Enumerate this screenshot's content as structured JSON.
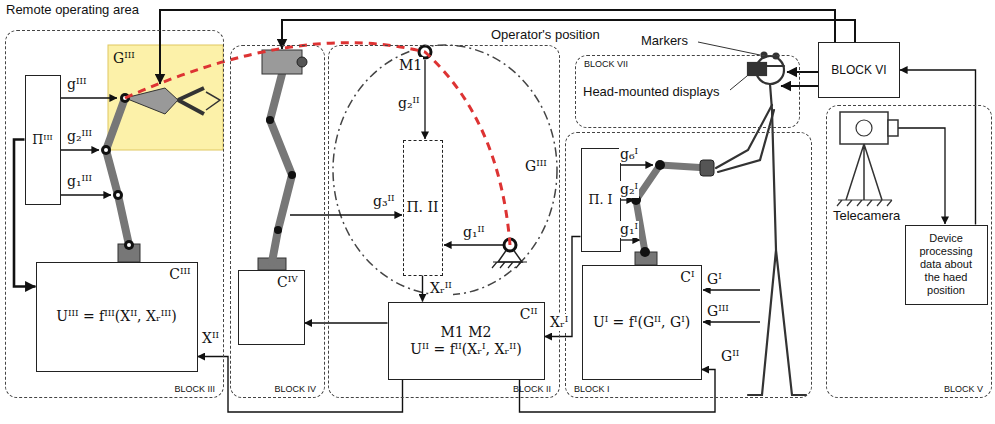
{
  "diagram": {
    "nodes": [
      {
        "text": [
          "BLOCK III"
        ]
      },
      {
        "text": [
          "Πᴵᴵᴵ"
        ],
        "in": 0
      },
      {
        "text": [
          "Cᴵᴵᴵ",
          "Uᴵᴵᴵ = fᴵᴵᴵ(Xᴵᴵ, Xᵣᴵᴵᴵ)"
        ],
        "in": 0
      },
      {
        "text": [
          "BLOCK IV"
        ]
      },
      {
        "text": [
          "Cᴵⱽ"
        ],
        "in": 3
      },
      {
        "text": [
          "BLOCK II"
        ]
      },
      {
        "text": [
          "Π. II"
        ],
        "in": 5
      },
      {
        "text": [
          "Cᴵᴵ",
          "M1 M2",
          "Uᴵᴵ = fᴵᴵ(Xᵣᴵ, Xᵣᴵᴵ)"
        ],
        "in": 5
      },
      {
        "text": [
          "BLOCK VII"
        ]
      },
      {
        "text": [
          "BLOCK I"
        ]
      },
      {
        "text": [
          "Π. I"
        ],
        "in": 9
      },
      {
        "text": [
          "Cᴵ",
          "Uᴵ = fᴵ(Gᴵᴵ, Gᴵ)"
        ],
        "in": 9
      },
      {
        "text": [
          "BLOCK VI"
        ]
      },
      {
        "text": [
          "BLOCK V"
        ]
      },
      {
        "text": [
          "Device processing data about the haed position"
        ],
        "in": 13
      }
    ],
    "edges": [
      {
        "from": 1,
        "to": 2,
        "arrow": "to"
      },
      {
        "from": 7,
        "to": 2,
        "arrow": "to"
      },
      {
        "from": 7,
        "to": 4,
        "arrow": "to"
      },
      {
        "from": 6,
        "to": 7,
        "arrow": "to"
      },
      {
        "from": 10,
        "to": 7,
        "arrow": "to"
      },
      {
        "from": 7,
        "to": 11,
        "arrow": "to"
      },
      {
        "from": 14,
        "to": 12,
        "arrow": "to"
      }
    ],
    "labels": [
      "Remote operating area",
      "Operator's position",
      "Gᴵᴵᴵ",
      "gᴵᴵᴵ",
      "g₂ᴵᴵᴵ",
      "g₁ᴵᴵᴵ",
      "Xᴵᴵ",
      "M1",
      "g₂ᴵᴵ",
      "g₃ᴵᴵ",
      "Gᴵᴵᴵ",
      "g₁ᴵᴵ",
      "Xᵣᴵᴵ",
      "Xᵣᴵ",
      "Markers",
      "Head-mounted displays",
      "g₆ᴵ",
      "g₂ᴵ",
      "g₁ᴵ",
      "Gᴵ",
      "Gᴵᴵᴵ",
      "Gᴵᴵ",
      "Telecamera"
    ]
  }
}
